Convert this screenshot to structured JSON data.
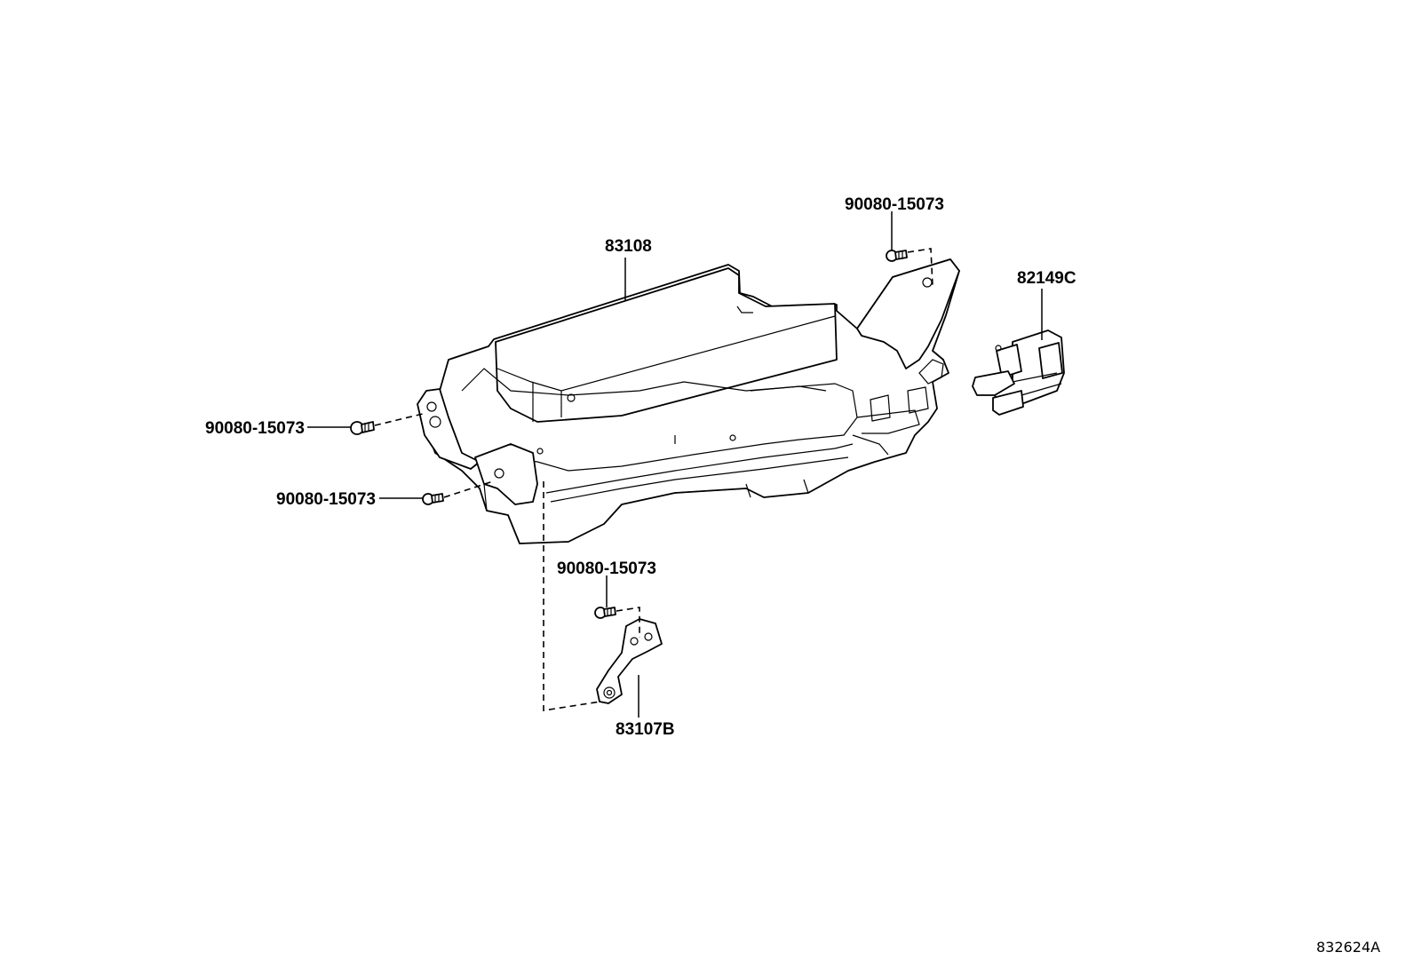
{
  "diagram": {
    "callouts": {
      "main_unit": "83108",
      "connector_harness": "82149C",
      "bracket": "83107B",
      "bolt_top": "90080-15073",
      "bolt_left_upper": "90080-15073",
      "bolt_left_lower": "90080-15073",
      "bolt_bottom": "90080-15073"
    },
    "drawing_ref": "832624A"
  }
}
